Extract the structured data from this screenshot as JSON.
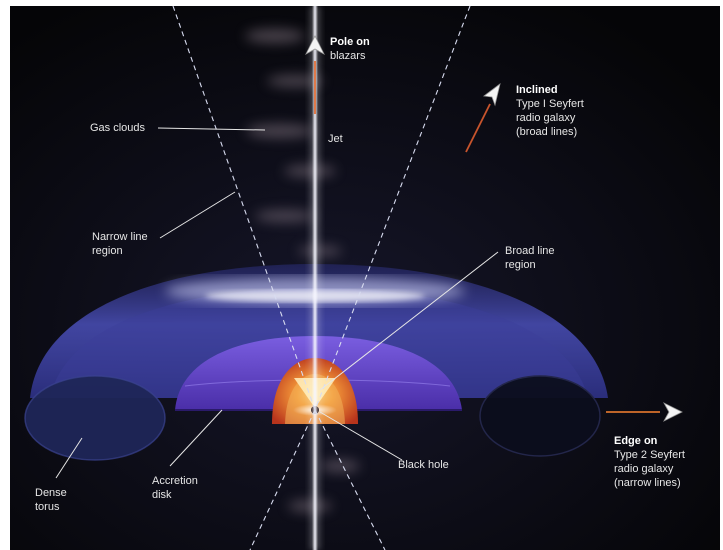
{
  "colors": {
    "background": "#060608",
    "label_text": "#e6e6e6",
    "torus_outer": "#3a3f9c",
    "disk_purple": "#5d3fc2",
    "broad_line_orange": "#d8552a",
    "jet": "#f2f2f8"
  },
  "labels": {
    "pole_on_head": "Pole on",
    "pole_on_sub": "blazars",
    "inclined_head": "Inclined",
    "inclined_lines": [
      "Type I Seyfert",
      "radio galaxy",
      "(broad lines)"
    ],
    "edge_on_head": "Edge on",
    "edge_on_lines": [
      "Type 2 Seyfert",
      "radio galaxy",
      "(narrow lines)"
    ],
    "gas_clouds": "Gas clouds",
    "jet": "Jet",
    "narrow_line": [
      "Narrow line",
      "region"
    ],
    "broad_line": [
      "Broad line",
      "region"
    ],
    "dense_torus": [
      "Dense",
      "torus"
    ],
    "accretion_disk": [
      "Accretion",
      "disk"
    ],
    "black_hole": "Black hole"
  },
  "icons": {
    "pole_on": "viewer-arrow-icon",
    "inclined": "viewer-arrow-icon",
    "edge_on": "viewer-arrow-icon"
  }
}
